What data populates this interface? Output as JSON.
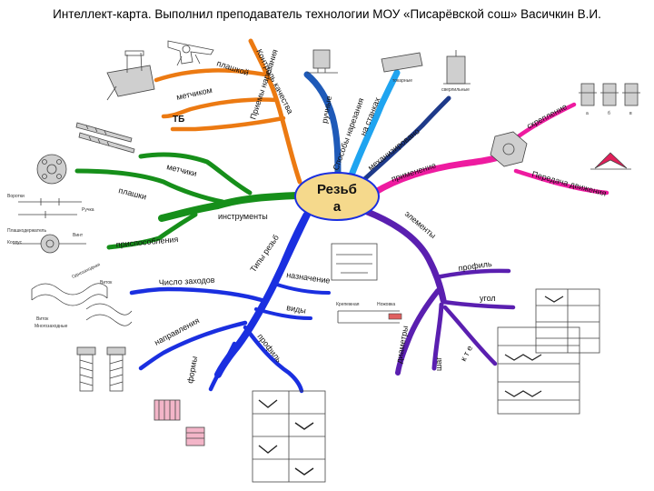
{
  "title": "Интеллект-карта. Выполнил преподаватель технологии МОУ «Писарёвской сош» Васичкин В.И.",
  "center": {
    "line1": "Резьб",
    "line2": "а"
  },
  "colors": {
    "orange": "#ec7a12",
    "green": "#168f1a",
    "blue": "#1a2fe0",
    "violet": "#5a1fb0",
    "magenta": "#ee1ba0",
    "steel_blue": "#1f5ab8",
    "sky_blue": "#1fa4f0",
    "navy": "#1e3a8a",
    "center_fill": "#f5d98c",
    "center_stroke": "#1a2fe0"
  },
  "branches": {
    "orange": {
      "priemy": "Приемы нарезания",
      "kontrol": "Контроль качества",
      "plashkoy": "плашкой",
      "metchikom": "метчиком",
      "tb": "ТБ"
    },
    "green": {
      "instrumenty": "инструменты",
      "metchiki": "метчики",
      "plashki": "плашки",
      "prisposobleniya": "приспособления"
    },
    "blue": {
      "tipy": "Типы резьб",
      "naznachenie": "назначение",
      "chislo_zahodov": "Число заходов",
      "vidy": "виды",
      "napravleniya": "направления",
      "profil": "профиль",
      "formy": "формы"
    },
    "violet": {
      "elementy": "элементы",
      "profil": "профиль",
      "ugol": "угол",
      "diametry": "диаметры",
      "shag": "шаг",
      "kitem": "к т е"
    },
    "magenta": {
      "primenenie": "применение",
      "skreplenie": "скрепление",
      "peredacha": "Передача движения"
    },
    "top": {
      "sposoby": "Способы нарезания",
      "ruchnye": "ручные",
      "na_stankah": "на станках",
      "mehanizirovano": "механизировано"
    }
  },
  "sketch_labels": {
    "stanok1": "токарные",
    "stanok2": "сверлильные",
    "vorotok": "Воротки",
    "ruchka": "Ручка",
    "plashkoderzh": "Плашкодержатель",
    "korpus": "Корпус",
    "vint": "Винт",
    "odnozahod": "Однозаходная",
    "vitok": "Виток",
    "vitok2": "Виток",
    "mnogozahod": "Многозаходные",
    "hranenie": "Крепежная",
    "nozhovka": "Ножовка",
    "a": "а",
    "b": "б",
    "v": "в"
  }
}
